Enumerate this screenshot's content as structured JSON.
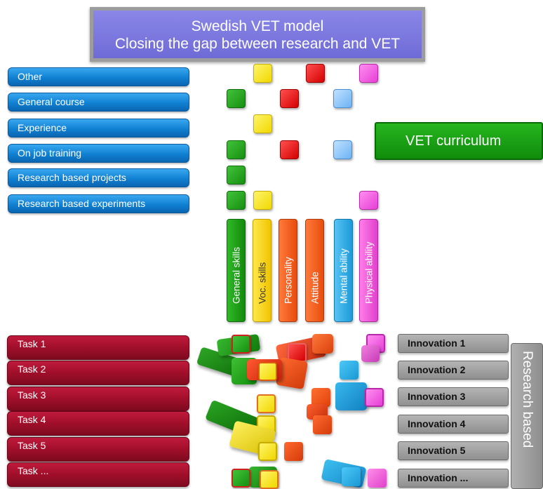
{
  "title": {
    "line1": "Swedish VET model",
    "line2": "Closing the gap between research and VET"
  },
  "categories": [
    "Other",
    "General course",
    "Experience",
    "On job training",
    "Research based projects",
    "Research based experiments"
  ],
  "vet_curriculum": "VET curriculum",
  "columns": [
    "General skills",
    "Voc. skills",
    "Personality",
    "Attitude",
    "Mental ability",
    "Physical ability"
  ],
  "matrix": [
    [
      "yellow",
      "red",
      "pink"
    ],
    [
      "green",
      "red",
      "blue"
    ],
    [
      "yellow"
    ],
    [
      "green",
      "red",
      "blue"
    ],
    [
      "green"
    ],
    [
      "green",
      "yellow",
      "pink"
    ]
  ],
  "tasks": [
    "Task 1",
    "Task 2",
    "Task 3",
    "Task 4",
    "Task 5",
    "Task ..."
  ],
  "innovations": [
    "Innovation 1",
    "Innovation 2",
    "Innovation 3",
    "Innovation 4",
    "Innovation 5",
    "Innovation ..."
  ],
  "research_label": "Research based",
  "colors": {
    "green": "#1fa51a",
    "yellow": "#f5e000",
    "red": "#e01010",
    "blue": "#7dbaf2",
    "pink": "#f05ae0",
    "orange": "#f06020",
    "task_red": "#a50f2d"
  }
}
